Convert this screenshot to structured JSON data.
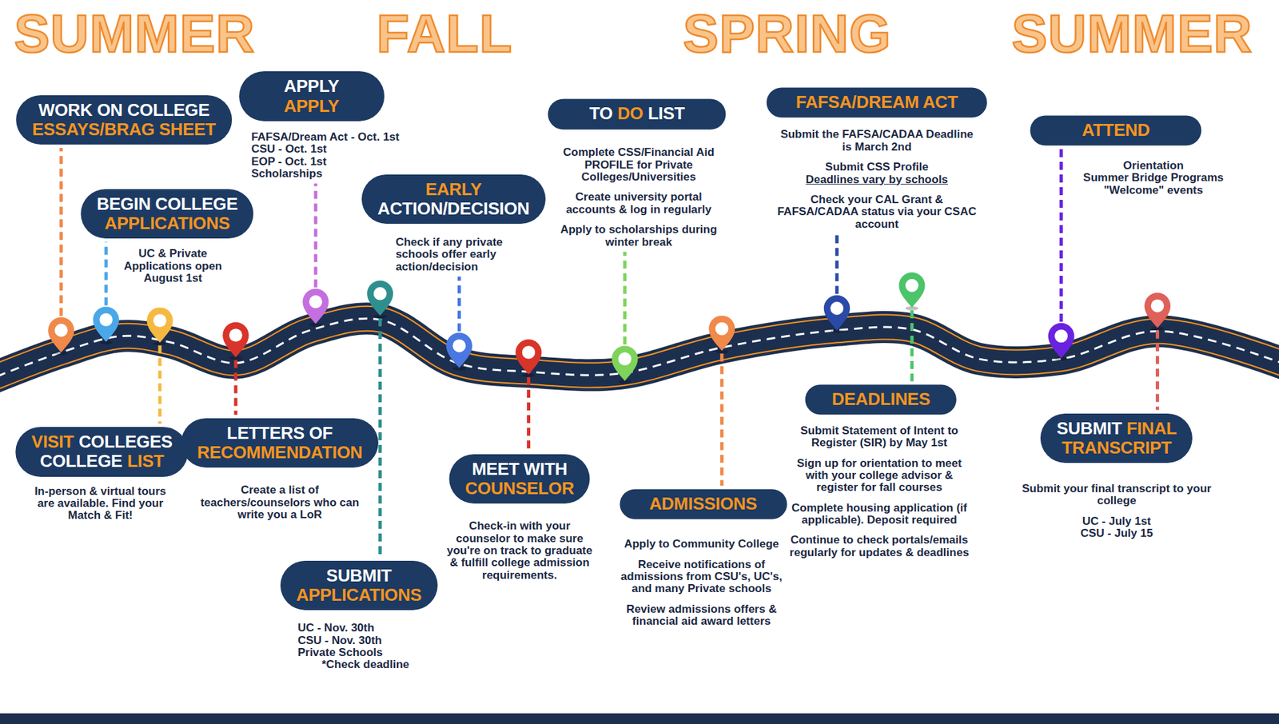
{
  "diagram": {
    "nodes": [
      {
        "text": [
          "WORK ON COLLEGE",
          "ESSAYS/BRAG SHEET"
        ]
      },
      {
        "text": [
          "BEGIN COLLEGE",
          "APPLICATIONS",
          "UC & Private Applications open August 1st"
        ]
      },
      {
        "text": [
          "VISIT",
          "COLLEGES",
          "COLLEGE",
          "LIST",
          "In-person & virtual tours are available. Find your Match & Fit!"
        ]
      },
      {
        "text": [
          "LETTERS OF",
          "RECOMMENDATION",
          "Create a list of teachers/counselors who can write you a LoR"
        ]
      },
      {
        "text": [
          "APPLY",
          "APPLY",
          "FAFSA/Dream Act - Oct. 1st",
          "CSU - Oct. 1st",
          "EOP - Oct. 1st",
          "Scholarships"
        ]
      },
      {
        "text": [
          "SUBMIT",
          "APPLICATIONS",
          "UC - Nov. 30th",
          "CSU - Nov. 30th",
          "Private Schools",
          "*Check deadline"
        ]
      },
      {
        "text": [
          "EARLY",
          "ACTION/DECISION",
          "Check if any private schools offer early action/decision"
        ]
      },
      {
        "text": [
          "MEET WITH",
          "COUNSELOR",
          "Check-in with your counselor to make sure you're on track to graduate & fulfill college admission requirements."
        ]
      },
      {
        "text": [
          "TO",
          "DO",
          "LIST",
          "Complete CSS/Financial Aid PROFILE for Private Colleges/Universities",
          "Create university portal accounts & log in regularly",
          "Apply to scholarships during winter break"
        ]
      },
      {
        "text": [
          "ADMISSIONS",
          "Apply to Community College",
          "Receive notifications of admissions from CSU's, UC's, and many Private schools",
          "Review admissions offers & financial aid award letters"
        ]
      },
      {
        "text": [
          "FAFSA/DREAM ACT",
          "Submit the FAFSA/CADAA Deadline is March 2nd",
          "Submit CSS Profile",
          "Deadlines vary by schools",
          "Check your CAL Grant & FAFSA/CADAA status via your CSAC account"
        ]
      },
      {
        "text": [
          "DEADLINES",
          "Submit Statement of Intent to Register (SIR) by May 1st",
          "Sign up for orientation to meet with your college advisor & register for fall courses",
          "Complete housing application (if applicable). Deposit required",
          "Continue to check portals/emails regularly for updates & deadlines"
        ]
      },
      {
        "text": [
          "ATTEND",
          "Orientation",
          "Summer Bridge Programs",
          "\"Welcome\" events"
        ]
      },
      {
        "text": [
          "SUBMIT",
          "FINAL",
          "TRANSCRIPT",
          "Submit your final transcript to your college",
          "UC - July 1st",
          "CSU - July 15"
        ]
      }
    ],
    "labels": [
      "SUMMER",
      "FALL",
      "SPRING",
      "SUMMER"
    ]
  }
}
